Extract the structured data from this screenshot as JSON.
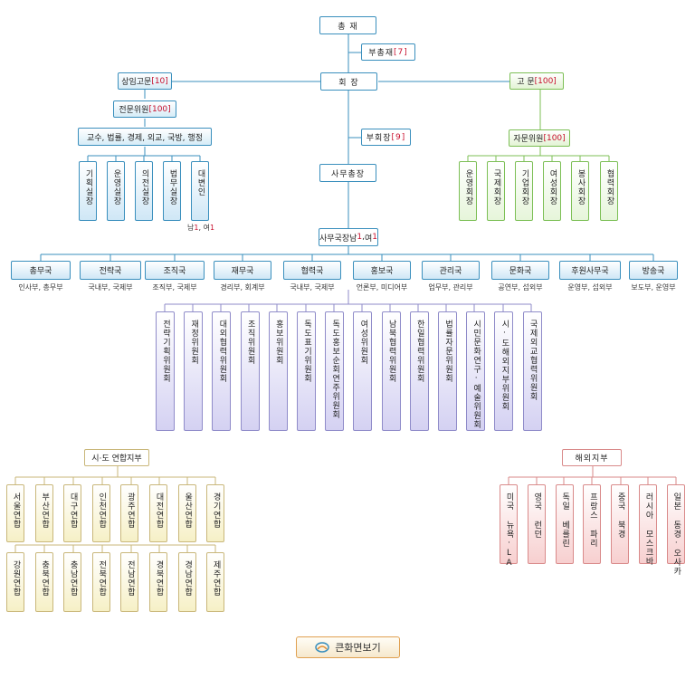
{
  "top": {
    "president": "총 재",
    "vice_president": {
      "label": "부총재",
      "count": "[7]"
    },
    "chairman": "회 장",
    "standing_advisor": {
      "label": "상임고문",
      "count": "[10]"
    },
    "advisor": {
      "label": "고 문",
      "count": "[100]"
    },
    "expert_committee": {
      "label": "전문위원",
      "count": "[100]"
    },
    "consult_committee": {
      "label": "자문위원",
      "count": "[100]"
    },
    "expert_fields": "교수, 법률, 경제, 외교, 국방, 행정",
    "vice_chair": {
      "label": "부회장",
      "count": "[9]"
    },
    "secretary_general": "사무총장",
    "secretariat_chief": {
      "label": "사무국장 ",
      "male": "남",
      "m_num": "1",
      "sep": ",",
      "female": "여",
      "f_num": "1"
    },
    "spokesperson_note": {
      "male": "남",
      "m_num": "1",
      "sep": ", ",
      "female": "여",
      "f_num": "1"
    }
  },
  "offices": [
    "기획실장",
    "운영실장",
    "의전실장",
    "법무실장",
    "대변인"
  ],
  "consult_sub": [
    "운영회장",
    "국제회장",
    "기업회장",
    "여성회장",
    "봉사회장",
    "협력회장"
  ],
  "departments": [
    {
      "name": "총무국",
      "sub": "인사부, 총무부"
    },
    {
      "name": "전략국",
      "sub": "국내부, 국제부"
    },
    {
      "name": "조직국",
      "sub": "조직부, 국제부"
    },
    {
      "name": "재무국",
      "sub": "경리부, 회계부"
    },
    {
      "name": "협력국",
      "sub": "국내부, 국제부"
    },
    {
      "name": "홍보국",
      "sub": "언론부, 미디어부"
    },
    {
      "name": "관리국",
      "sub": "업무부, 관리부"
    },
    {
      "name": "문화국",
      "sub": "공연부, 섭외부"
    },
    {
      "name": "후원사무국",
      "sub": "운영부, 섭외부"
    },
    {
      "name": "방송국",
      "sub": "보도부, 운영부"
    }
  ],
  "committees": [
    "전략기획위원회",
    "재정위원회",
    "대외협력위원회",
    "조직위원회",
    "홍보위원회",
    "독도표기위원회",
    "독도홍보순회연주위원회",
    "여성위원회",
    "남북협력위원회",
    "한일협력위원회",
    "법률자문위원회",
    "시민문화연구·예술위원회",
    "시·도해외지부위원회",
    "국제외교협력위원회"
  ],
  "regional": {
    "title": "시·도 연합지부",
    "row1": [
      "서울연합",
      "부산연합",
      "대구연합",
      "인천연합",
      "광주연합",
      "대전연합",
      "울산연합",
      "경기연합"
    ],
    "row2": [
      "강원연합",
      "충북연합",
      "충남연합",
      "전북연합",
      "전남연합",
      "경북연합",
      "경남연합",
      "제주연합"
    ]
  },
  "overseas": {
    "title": "해외지부",
    "items": [
      "미국 뉴욕·LA",
      "영국 런던",
      "독일 베를린",
      "프랑스 파리",
      "중국 북경",
      "러시아 모스크바",
      "일본 동경·오사카"
    ]
  },
  "zoom_button": "큰화면보기",
  "colors": {
    "blue_line": "#3a8fbd",
    "green_line": "#7cbf55",
    "purple_line": "#8f8bc9",
    "yellow_line": "#c9b77a",
    "red_line": "#d98a8a",
    "count_red": "#c8102e"
  }
}
